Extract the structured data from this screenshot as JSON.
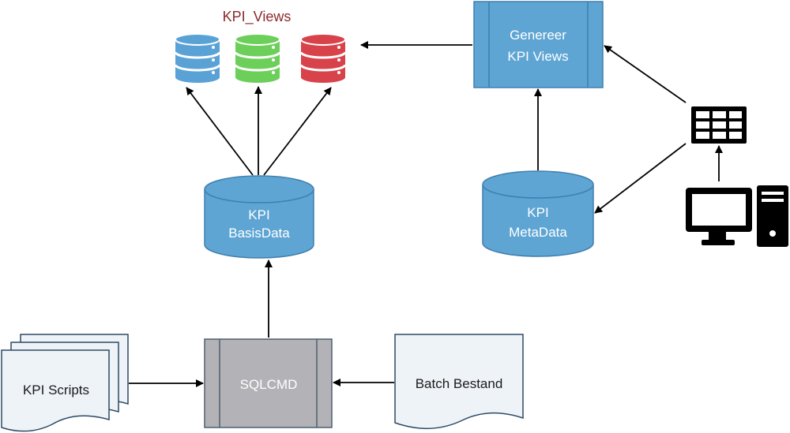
{
  "title": "KPI_Views",
  "nodes": {
    "basis": {
      "line1": "KPI",
      "line2": "BasisData"
    },
    "meta": {
      "line1": "KPI",
      "line2": "MetaData"
    },
    "generate": {
      "line1": "Genereer",
      "line2": "KPI Views"
    },
    "sqlcmd": {
      "label": "SQLCMD"
    },
    "scripts": {
      "label": "KPI Scripts"
    },
    "batch": {
      "label": "Batch Bestand"
    }
  },
  "colors": {
    "blue_fill": "#5ea5d3",
    "blue_stroke": "#3f7fae",
    "gray_fill": "#b3b3b7",
    "gray_stroke": "#4d5e70",
    "doc_fill": "#eef3f8",
    "doc_stroke": "#2d4a63",
    "db_blue": "#5aa2d6",
    "db_green": "#6ccf5a",
    "db_red": "#d8434b",
    "arrow": "#000000"
  },
  "icons": [
    "database-icon-blue",
    "database-icon-green",
    "database-icon-red",
    "grid-table-icon",
    "monitor-icon",
    "computer-tower-icon"
  ]
}
